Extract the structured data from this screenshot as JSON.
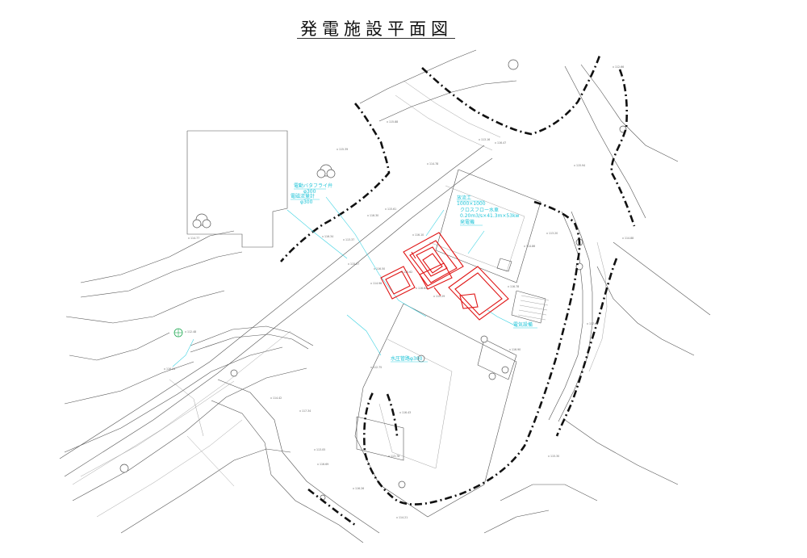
{
  "title": "発電施設平面図",
  "labels": {
    "valve": "電動バタフライ弁",
    "valve_size": "φ300",
    "flowmeter": "電磁流量計",
    "flowmeter_size": "φ300",
    "discharge": "放流工",
    "discharge_size": "1000×1000",
    "turbine": "クロスフロー水車",
    "turbine_spec": "0.20m3/s×41.3m×53kw",
    "generator": "発電機",
    "electric": "電気設備",
    "penstock": "水圧管路φ300"
  },
  "survey_points": [
    "115.88",
    "115.39",
    "114.78",
    "116.30",
    "115.61",
    "113.37",
    "116.50",
    "116.10",
    "115.62",
    "116.64",
    "114.96",
    "115.29",
    "116.34",
    "115.27",
    "114.77",
    "112.48",
    "116.04",
    "114.42",
    "117.34",
    "113.05",
    "116.69",
    "116.26",
    "114.21",
    "113.78",
    "116.43",
    "112.75",
    "116.90",
    "116.78",
    "114.86",
    "113.20",
    "115.94",
    "117.66",
    "115.30",
    "114.88",
    "112.66",
    "113.16",
    "116.47"
  ],
  "colors": {
    "annotation": "#1fc4d8",
    "facility": "#e01818",
    "boundary": "#111111",
    "linework": "#555555"
  }
}
